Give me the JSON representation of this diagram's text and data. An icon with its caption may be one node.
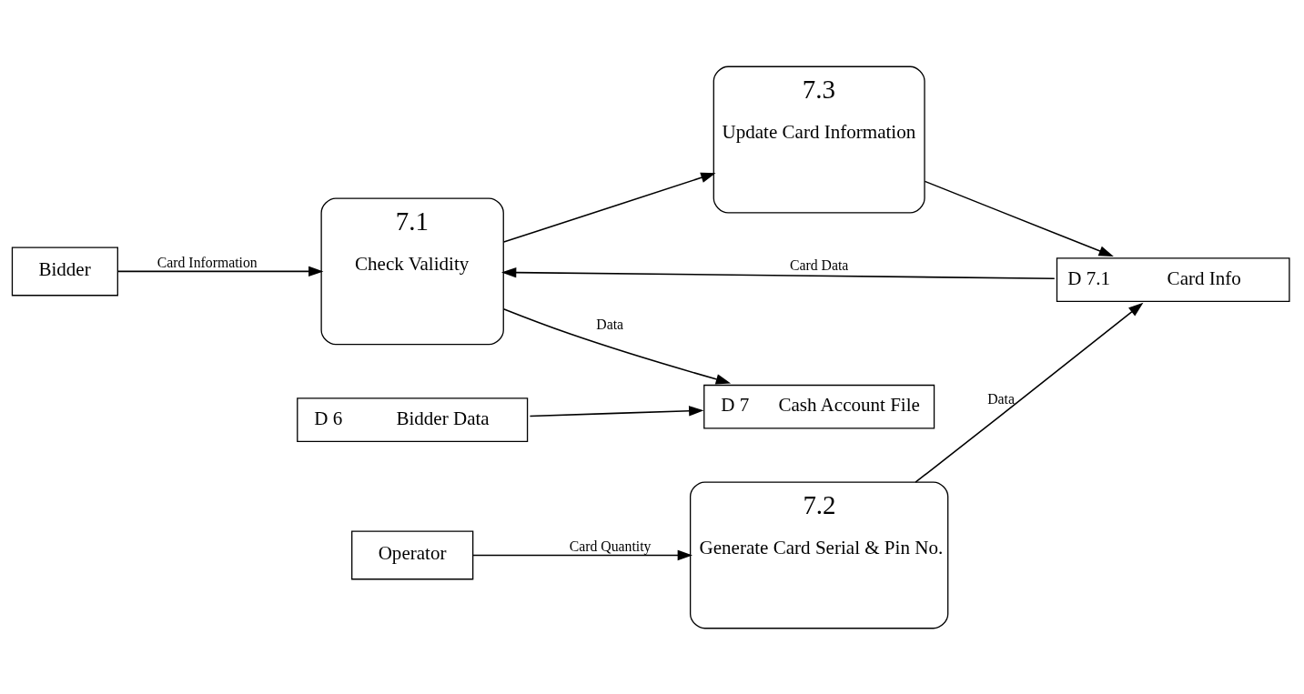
{
  "diagram": {
    "nodes": [
      {
        "text": [
          "Bidder"
        ]
      },
      {
        "text": [
          "7.1",
          "Check Validity"
        ]
      },
      {
        "text": [
          "D 6",
          "Bidder Data"
        ]
      },
      {
        "text": [
          "D 7",
          "Cash Account File"
        ]
      },
      {
        "text": [
          "7.3",
          "Update Card Information"
        ]
      },
      {
        "text": [
          "Operator"
        ]
      },
      {
        "text": [
          "7.2",
          "Generate Card Serial & Pin No."
        ]
      },
      {
        "text": [
          "D 7.1",
          "Card Info"
        ]
      }
    ],
    "edges": [
      {
        "from": 0,
        "to": 1,
        "arrow": "to",
        "label": "Card Information"
      },
      {
        "from": 1,
        "to": 3,
        "arrow": "to",
        "label": "Data"
      },
      {
        "from": 2,
        "to": 3,
        "arrow": "to"
      },
      {
        "from": 1,
        "to": 4,
        "arrow": "to"
      },
      {
        "from": 7,
        "to": 1,
        "arrow": "to",
        "label": "Card Data"
      },
      {
        "from": 4,
        "to": 7,
        "arrow": "to"
      },
      {
        "from": 5,
        "to": 6,
        "arrow": "to",
        "label": "Card Quantity"
      },
      {
        "from": 6,
        "to": 7,
        "arrow": "to",
        "label": "Data"
      }
    ]
  }
}
